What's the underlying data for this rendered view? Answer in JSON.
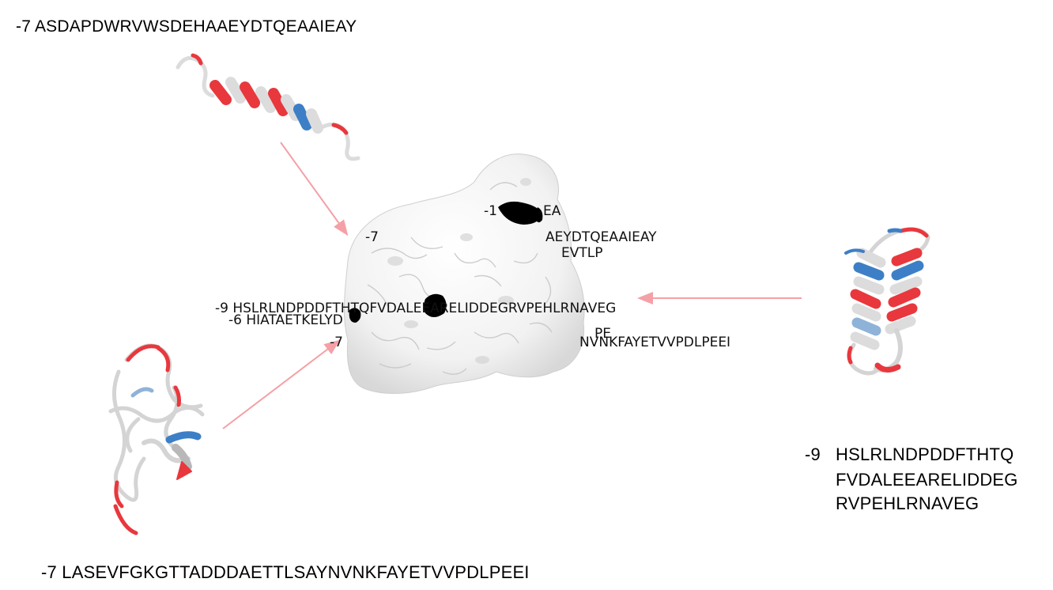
{
  "captions": {
    "top_left": "-7 ASDAPDWRVWSDEHAAEYDTQEAAIEAY",
    "bottom_left": "-7 LASEVFGKGTTADDDAETTLSAYNVNKFAYETVVPDLPEEI",
    "right_score": "-9",
    "right_lines": [
      "HSLRLNDPDDFTHTQ",
      "FVDALEEARELIDDEG",
      "RVPEHLRNAVEG"
    ]
  },
  "surface_labels": [
    "-1",
    "EA",
    "-7",
    "AEYDTQEAAIEAY",
    "EVTLP",
    "-9 HSLRLNDPDDFTHTQFVDALEEARELIDDEGRVPEHLRNAVEG",
    "-6 HIATAETKELYD",
    "-7",
    "PE",
    "NVNKFAYETVVPDLPEEI"
  ],
  "colors": {
    "arrow": "#f4a0a6",
    "helix_red": "#e8383d",
    "helix_blue": "#3d7fc6",
    "coil_white": "#dcdcdc",
    "binding_site": "#000000"
  }
}
